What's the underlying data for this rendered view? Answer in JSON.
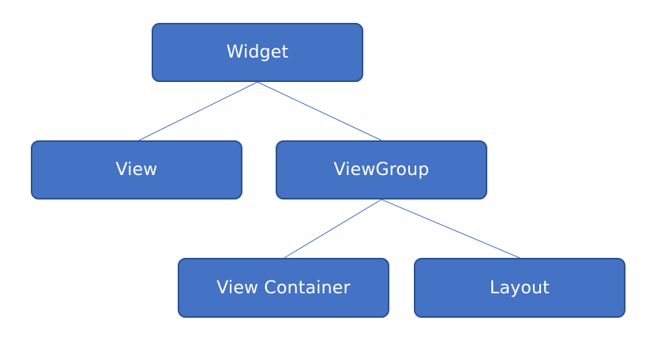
{
  "diagram": {
    "nodes": {
      "widget": "Widget",
      "view": "View",
      "viewgroup": "ViewGroup",
      "view_container": "View Container",
      "layout": "Layout"
    },
    "edges": [
      {
        "from": "Widget",
        "to": "View"
      },
      {
        "from": "Widget",
        "to": "ViewGroup"
      },
      {
        "from": "ViewGroup",
        "to": "View Container"
      },
      {
        "from": "ViewGroup",
        "to": "Layout"
      }
    ],
    "colors": {
      "node_fill": "#4472c4",
      "node_border": "#2f528f",
      "node_text": "#ffffff",
      "connector": "#4472c4"
    }
  }
}
